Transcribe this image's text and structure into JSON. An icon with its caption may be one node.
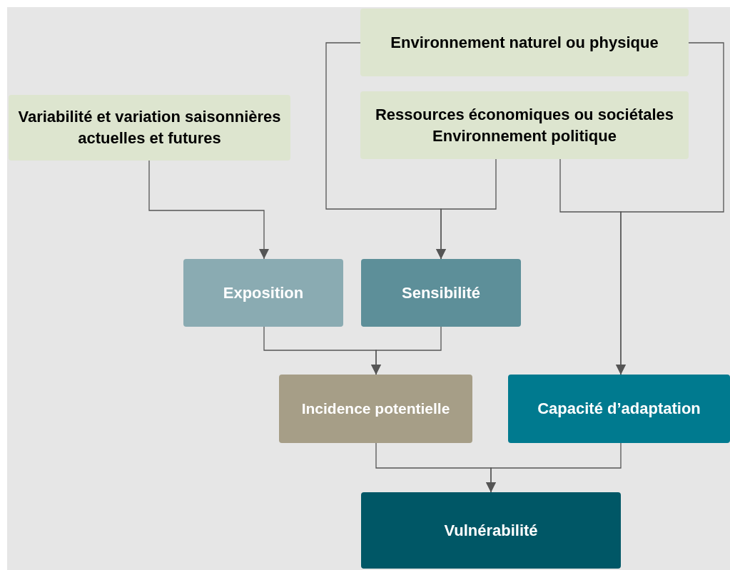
{
  "diagram": {
    "nodes": [
      {
        "text": [
          "Environnement naturel ou physique"
        ]
      },
      {
        "text": [
          "Ressources économiques ou sociétales",
          "Environnement politique"
        ]
      },
      {
        "text": [
          "Variabilité et variation saisonnières actuelles et futures"
        ]
      },
      {
        "text": [
          "Exposition"
        ]
      },
      {
        "text": [
          "Sensibilité"
        ]
      },
      {
        "text": [
          "Incidence potentielle"
        ]
      },
      {
        "text": [
          "Capacité d’adaptation"
        ]
      },
      {
        "text": [
          "Vulnérabilité"
        ]
      }
    ],
    "edges": [
      {
        "from": 2,
        "to": 3,
        "arrow": "to"
      },
      {
        "from": 0,
        "to": 4,
        "arrow": "to"
      },
      {
        "from": 1,
        "to": 4,
        "arrow": "to"
      },
      {
        "from": 0,
        "to": 6,
        "arrow": "to"
      },
      {
        "from": 1,
        "to": 6,
        "arrow": "to"
      },
      {
        "from": 3,
        "to": 5,
        "arrow": "to"
      },
      {
        "from": 4,
        "to": 5,
        "arrow": "to"
      },
      {
        "from": 5,
        "to": 7,
        "arrow": "to"
      },
      {
        "from": 6,
        "to": 7,
        "arrow": "to"
      }
    ]
  }
}
